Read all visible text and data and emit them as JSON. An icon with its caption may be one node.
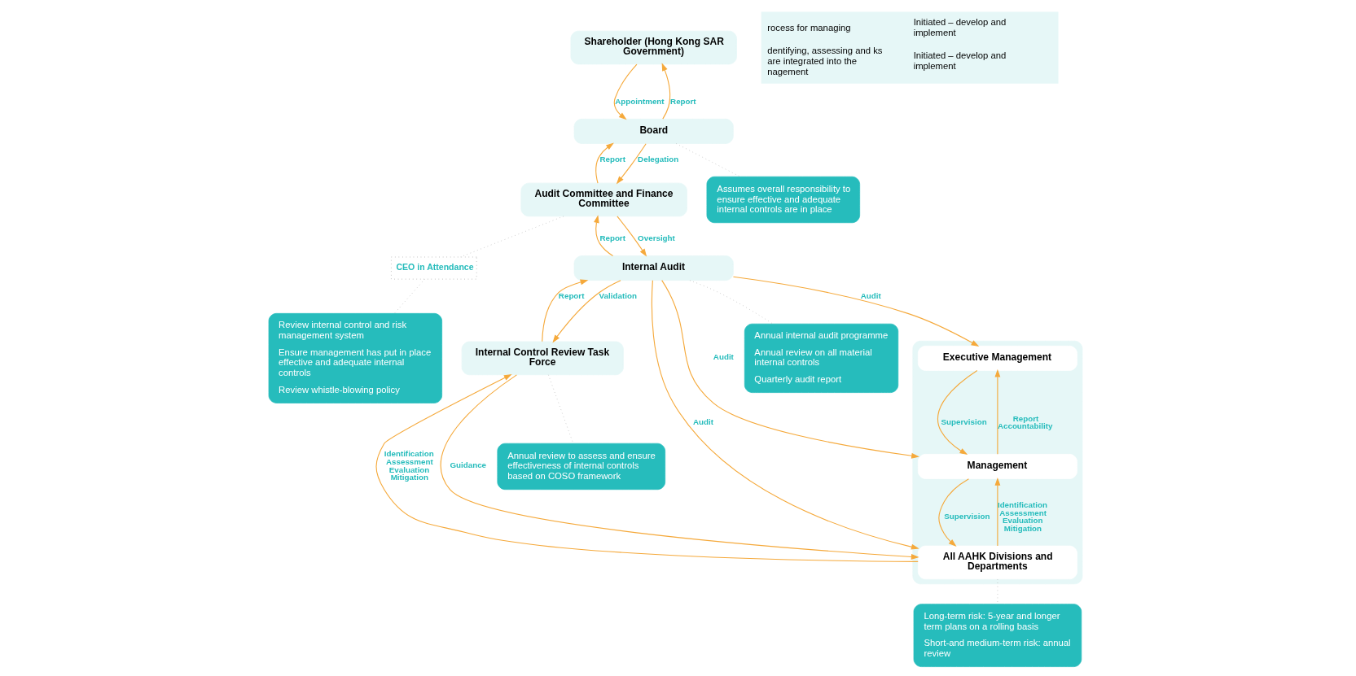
{
  "diagram": {
    "nodes": [
      {
        "text": [
          "Shareholder (Hong Kong SAR Government)"
        ]
      },
      {
        "text": [
          "Board"
        ]
      },
      {
        "text": [
          "Audit Committee and Finance Committee"
        ]
      },
      {
        "text": [
          "CEO in Attendance"
        ]
      },
      {
        "text": [
          "Internal Audit"
        ]
      },
      {
        "text": [
          "Internal Control Review Task Force"
        ]
      },
      {
        "text": [],
        "shape": "box"
      },
      {
        "text": [
          "Executive Management"
        ],
        "in": 6
      },
      {
        "text": [
          "Management"
        ],
        "in": 6
      },
      {
        "text": [
          "All AAHK Divisions and Departments"
        ],
        "in": 6
      },
      {
        "text": [
          "Assumes overall responsibility to ensure effective and adequate internal controls are in place"
        ]
      },
      {
        "text": [
          "Review internal control and risk management system",
          "Ensure management has put in place effective and adequate internal controls",
          "Review whistle-blowing policy"
        ]
      },
      {
        "text": [
          "Annual internal audit programme",
          "Annual review on all material internal controls",
          "Quarterly audit report"
        ]
      },
      {
        "text": [
          "Annual review to assess and ensure effectiveness of internal controls based on COSO framework"
        ]
      },
      {
        "text": [
          "Long-term risk: 5-year and longer term plans on a rolling basis",
          "Short-and medium-term risk: annual review"
        ]
      }
    ],
    "edges": [
      {
        "from": 0,
        "to": 1,
        "arrow": "to",
        "label": "Appointment"
      },
      {
        "from": 1,
        "to": 0,
        "arrow": "to",
        "label": "Report"
      },
      {
        "from": 1,
        "to": 2,
        "arrow": "to",
        "label": "Delegation"
      },
      {
        "from": 2,
        "to": 1,
        "arrow": "to",
        "label": "Report"
      },
      {
        "from": 2,
        "to": 4,
        "arrow": "to",
        "label": "Oversight"
      },
      {
        "from": 4,
        "to": 2,
        "arrow": "to",
        "label": "Report"
      },
      {
        "from": 4,
        "to": 5,
        "arrow": "to",
        "label": "Validation"
      },
      {
        "from": 5,
        "to": 4,
        "arrow": "to",
        "label": "Report"
      },
      {
        "from": 4,
        "to": 7,
        "arrow": "to",
        "label": "Audit"
      },
      {
        "from": 4,
        "to": 8,
        "arrow": "to",
        "label": "Audit"
      },
      {
        "from": 4,
        "to": 9,
        "arrow": "to",
        "label": "Audit"
      },
      {
        "from": 5,
        "to": 9,
        "arrow": "to",
        "label": "Guidance"
      },
      {
        "from": 9,
        "to": 5,
        "arrow": "to",
        "label": "Identification Assessment Evaluation Mitigation"
      },
      {
        "from": 7,
        "to": 8,
        "arrow": "to",
        "label": "Supervision"
      },
      {
        "from": 8,
        "to": 7,
        "arrow": "to",
        "label": "Report Accountability"
      },
      {
        "from": 8,
        "to": 9,
        "arrow": "to",
        "label": "Supervision"
      },
      {
        "from": 9,
        "to": 8,
        "arrow": "to",
        "label": "Identification Assessment Evaluation Mitigation"
      },
      {
        "from": 1,
        "to": 10,
        "arrow": "none",
        "style": "dashed",
        "color": "#aaaaaa"
      },
      {
        "from": 2,
        "to": 3,
        "arrow": "none",
        "style": "dashed",
        "color": "#aaaaaa"
      },
      {
        "from": 3,
        "to": 11,
        "arrow": "none",
        "style": "dashed",
        "color": "#aaaaaa"
      },
      {
        "from": 4,
        "to": 12,
        "arrow": "none",
        "style": "dashed",
        "color": "#aaaaaa"
      },
      {
        "from": 5,
        "to": 13,
        "arrow": "none",
        "style": "dashed",
        "color": "#aaaaaa"
      },
      {
        "from": 9,
        "to": 14,
        "arrow": "none",
        "style": "dashed",
        "color": "#aaaaaa"
      }
    ],
    "labels": [
      "rocess for managing",
      "Initiated – develop and implement",
      "dentifying, assessing and ks are integrated into the nagement",
      "Initiated – develop and implement"
    ]
  }
}
